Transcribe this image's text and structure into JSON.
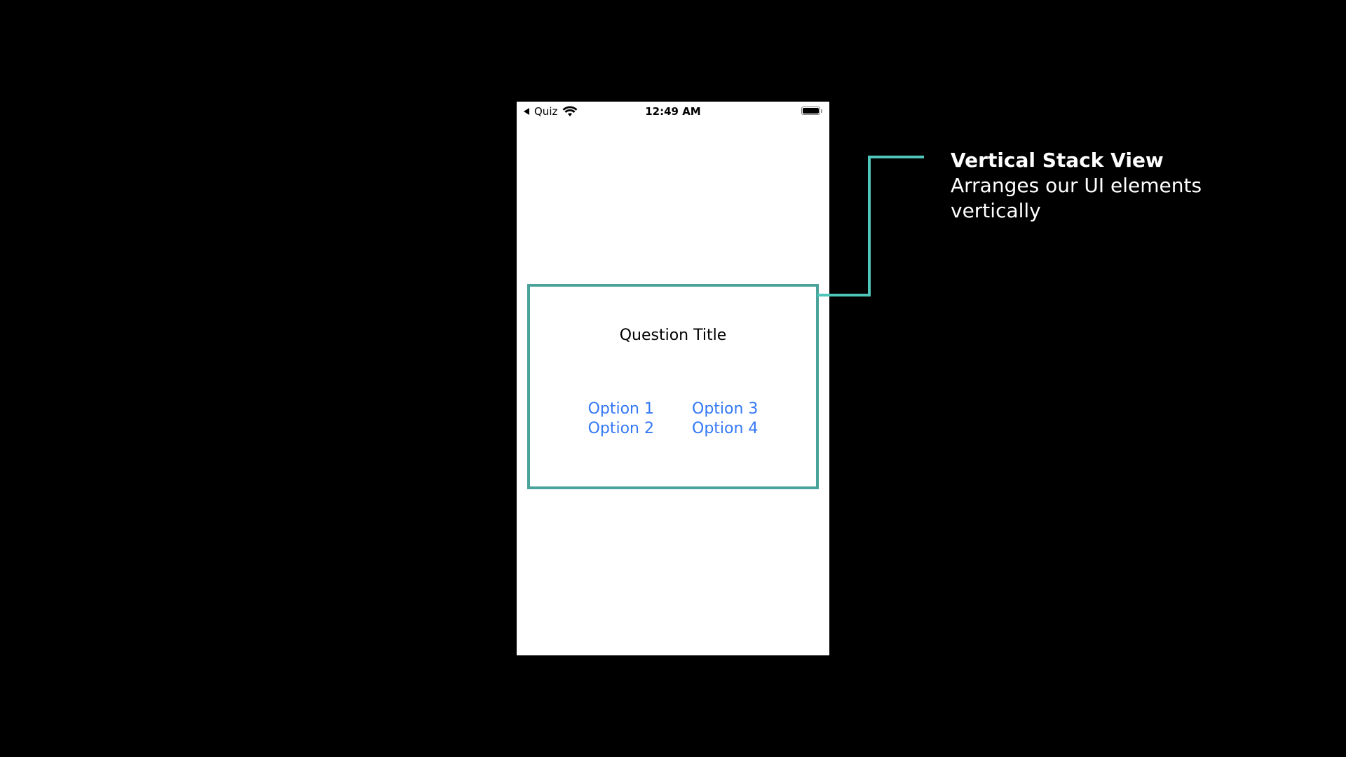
{
  "status_bar": {
    "back_label": "Quiz",
    "time": "12:49 AM",
    "icons": [
      "back-arrow-icon",
      "wifi-icon",
      "battery-icon"
    ]
  },
  "stack_view": {
    "question_title": "Question Title",
    "options_left": [
      "Option 1",
      "Option 2"
    ],
    "options_right": [
      "Option 3",
      "Option 4"
    ],
    "border_color": "#4aa39a"
  },
  "annotation": {
    "title": "Vertical Stack View",
    "body": "Arranges our UI elements vertically"
  },
  "colors": {
    "background": "#000000",
    "phone_background": "#ffffff",
    "option_color": "#3478f6",
    "accent": "#4aa39a",
    "connector": "#4fc6b9"
  }
}
